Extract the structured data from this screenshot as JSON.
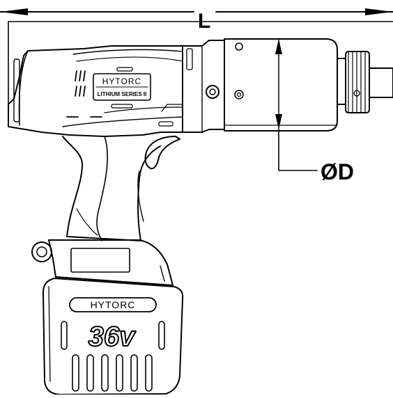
{
  "dimensions": {
    "length_label": "L",
    "diameter_label": "ØD"
  },
  "tool": {
    "brand_top": "HYTORC",
    "series_label": "LITHIUM SERIES II"
  },
  "battery": {
    "brand": "HYTORC",
    "voltage_label": "36v"
  },
  "colors": {
    "line": "#000000",
    "background": "#ffffff"
  }
}
